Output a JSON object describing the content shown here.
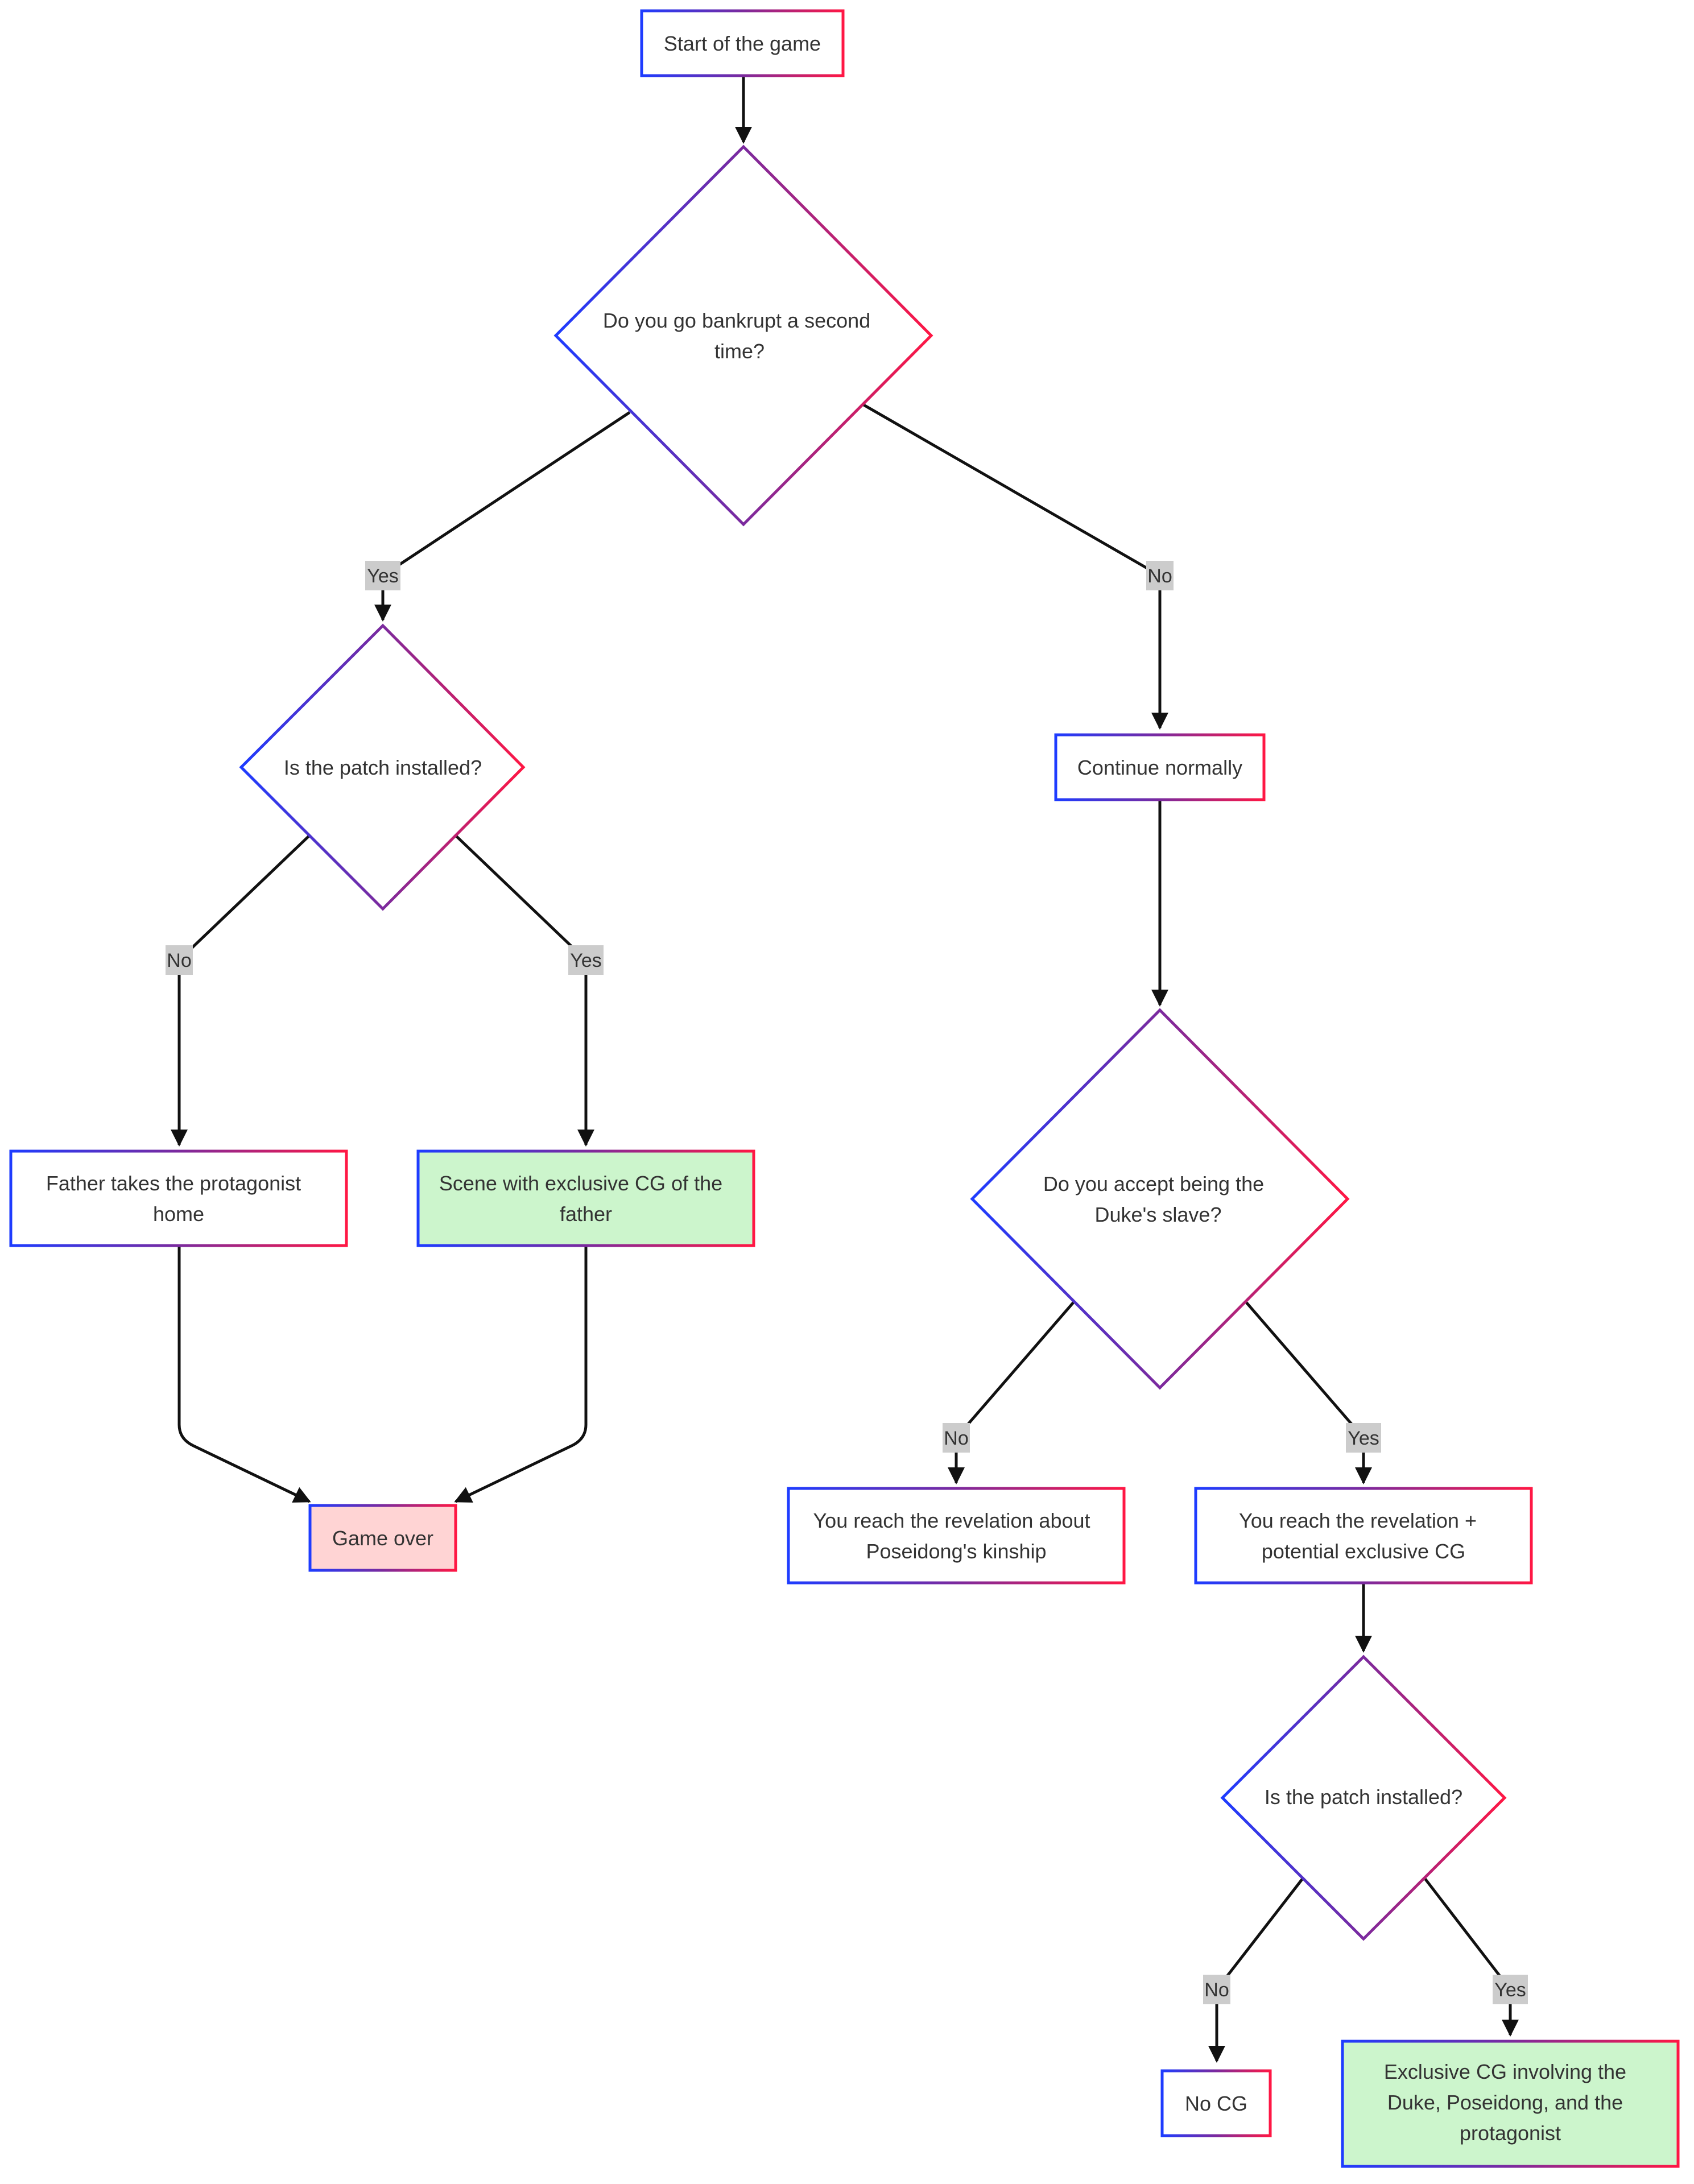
{
  "colors": {
    "border_start": "#1e3cff",
    "border_mid": "#7b2a9e",
    "border_end": "#ff1744",
    "fill_default": "#ffffff",
    "fill_positive": "#ccf5cc",
    "fill_negative": "#ffd4d4",
    "edge": "#111111",
    "edge_label_bg": "#cccccc",
    "text": "#333333"
  },
  "nodes": {
    "start": [
      "Start of the game"
    ],
    "bankrupt": [
      "Do you go bankrupt a second",
      "time?"
    ],
    "patch1": [
      "Is the patch installed?"
    ],
    "continue": [
      "Continue normally"
    ],
    "father_home": [
      "Father takes the protagonist",
      "home"
    ],
    "father_cg": [
      "Scene with exclusive CG of the",
      "father"
    ],
    "game_over": [
      "Game over"
    ],
    "duke_slave": [
      "Do you accept being the",
      "Duke's slave?"
    ],
    "revelation_kinship": [
      "You reach the revelation about",
      "Poseidong's kinship"
    ],
    "revelation_cg": [
      "You reach the revelation +",
      "potential exclusive CG"
    ],
    "patch2": [
      "Is the patch installed?"
    ],
    "no_cg": [
      "No CG"
    ],
    "exclusive_cg": [
      "Exclusive CG involving the",
      "Duke, Poseidong, and the",
      "protagonist"
    ]
  },
  "edge_labels": {
    "bankrupt_yes": "Yes",
    "bankrupt_no": "No",
    "patch1_no": "No",
    "patch1_yes": "Yes",
    "duke_no": "No",
    "duke_yes": "Yes",
    "patch2_no": "No",
    "patch2_yes": "Yes"
  }
}
